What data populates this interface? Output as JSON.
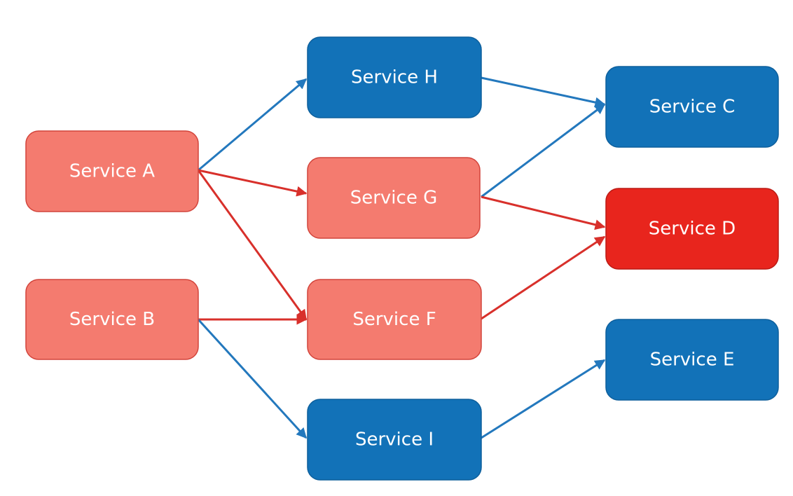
{
  "colors": {
    "healthy": "#1272b8",
    "affected": "#f47b6f",
    "failed": "#e8251d",
    "healthy_border": "#0d5f9c",
    "affected_border": "#d2443b",
    "failed_border": "#bb1a14",
    "edge_healthy": "#2378bd",
    "edge_affected": "#d8302b"
  },
  "nodes": [
    {
      "id": "A",
      "label": "Service A",
      "status": "affected"
    },
    {
      "id": "B",
      "label": "Service B",
      "status": "affected"
    },
    {
      "id": "H",
      "label": "Service H",
      "status": "healthy"
    },
    {
      "id": "G",
      "label": "Service G",
      "status": "affected"
    },
    {
      "id": "F",
      "label": "Service F",
      "status": "affected"
    },
    {
      "id": "I",
      "label": "Service I",
      "status": "healthy"
    },
    {
      "id": "C",
      "label": "Service C",
      "status": "healthy"
    },
    {
      "id": "D",
      "label": "Service D",
      "status": "failed"
    },
    {
      "id": "E",
      "label": "Service E",
      "status": "healthy"
    }
  ],
  "edges": [
    {
      "from": "A",
      "to": "H",
      "status": "healthy"
    },
    {
      "from": "A",
      "to": "G",
      "status": "affected"
    },
    {
      "from": "A",
      "to": "F",
      "status": "affected"
    },
    {
      "from": "B",
      "to": "F",
      "status": "affected"
    },
    {
      "from": "B",
      "to": "I",
      "status": "healthy"
    },
    {
      "from": "H",
      "to": "C",
      "status": "healthy"
    },
    {
      "from": "G",
      "to": "C",
      "status": "healthy"
    },
    {
      "from": "G",
      "to": "D",
      "status": "affected"
    },
    {
      "from": "F",
      "to": "D",
      "status": "affected"
    },
    {
      "from": "I",
      "to": "E",
      "status": "healthy"
    }
  ]
}
